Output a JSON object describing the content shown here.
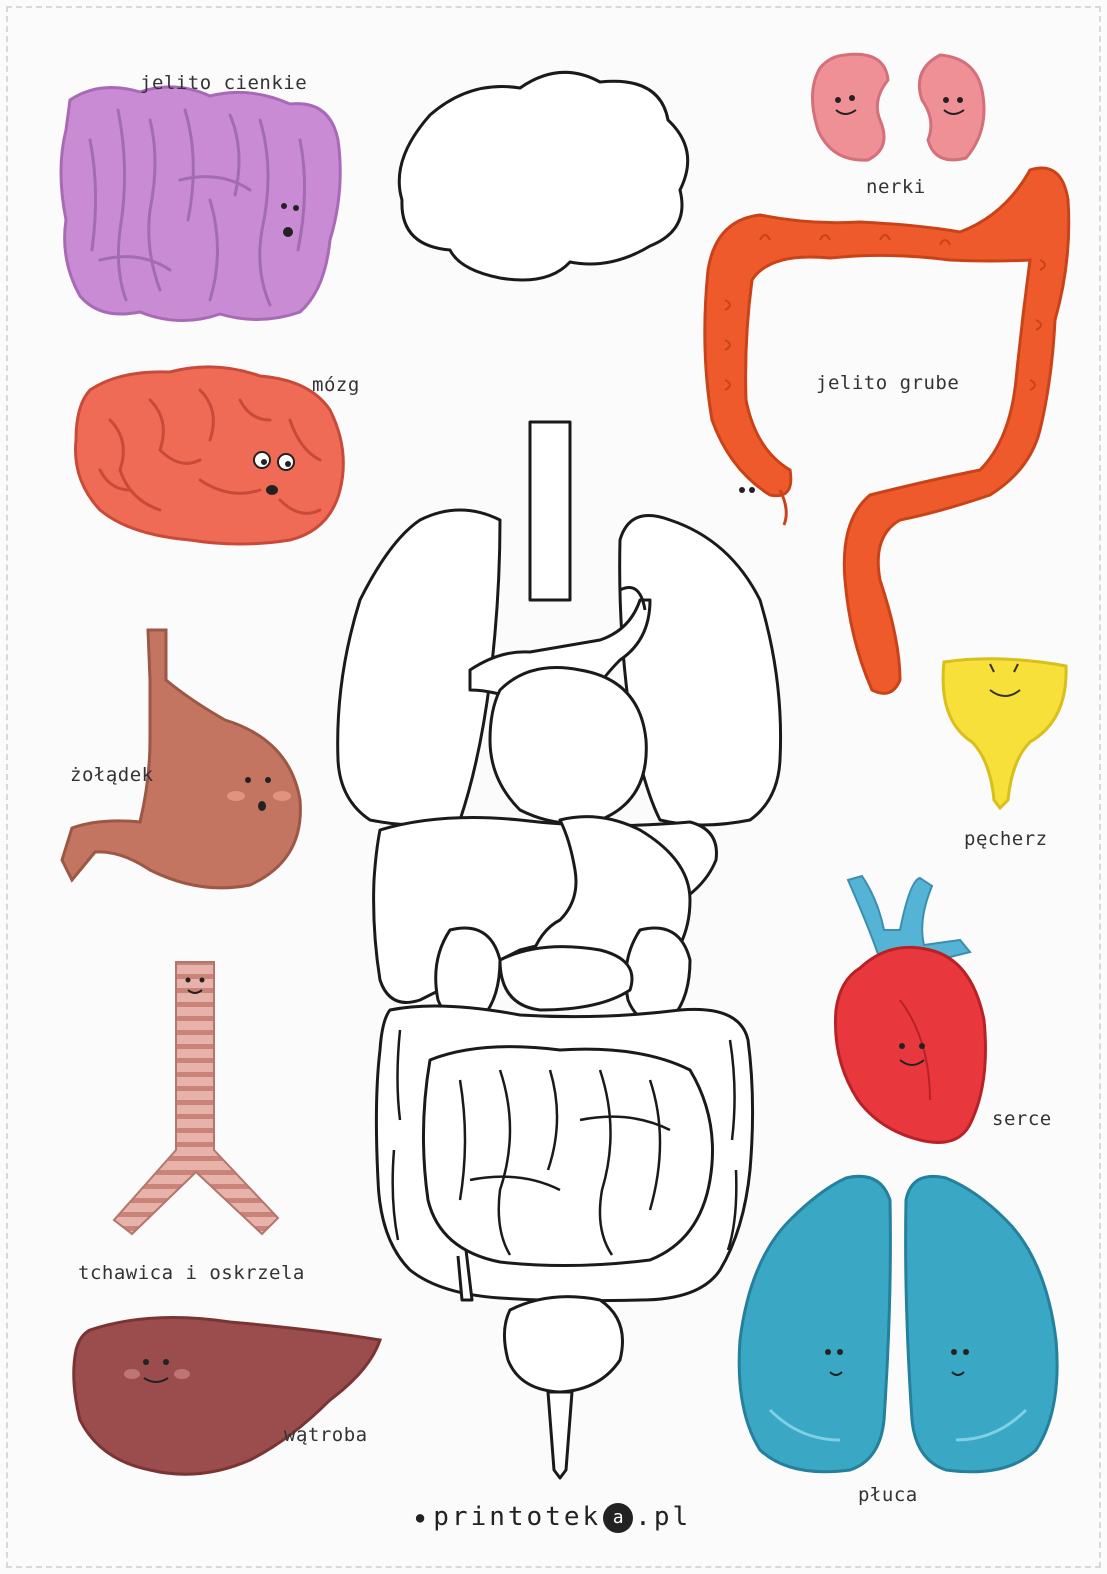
{
  "organs": {
    "small_intestine": "jelito cienkie",
    "kidneys": "nerki",
    "brain": "mózg",
    "large_intestine": "jelito grube",
    "stomach": "żołądek",
    "bladder": "pęcherz",
    "heart": "serce",
    "trachea_bronchi": "tchawica i oskrzela",
    "liver": "wątroba",
    "lungs": "płuca"
  },
  "footer": {
    "prefix": "printotek",
    "badge": "a",
    "suffix": ".pl"
  },
  "colors": {
    "small_intestine": "#c98bd4",
    "kidneys": "#ef8f96",
    "brain": "#f06b55",
    "large_intestine": "#ee5a2b",
    "stomach": "#c47561",
    "bladder": "#f7e03a",
    "heart": "#e8383d",
    "heart_vessels": "#55b3d6",
    "trachea": "#e3a39b",
    "liver": "#9b4d4d",
    "lungs": "#3aa7c4",
    "outline": "#1a1a1a"
  }
}
